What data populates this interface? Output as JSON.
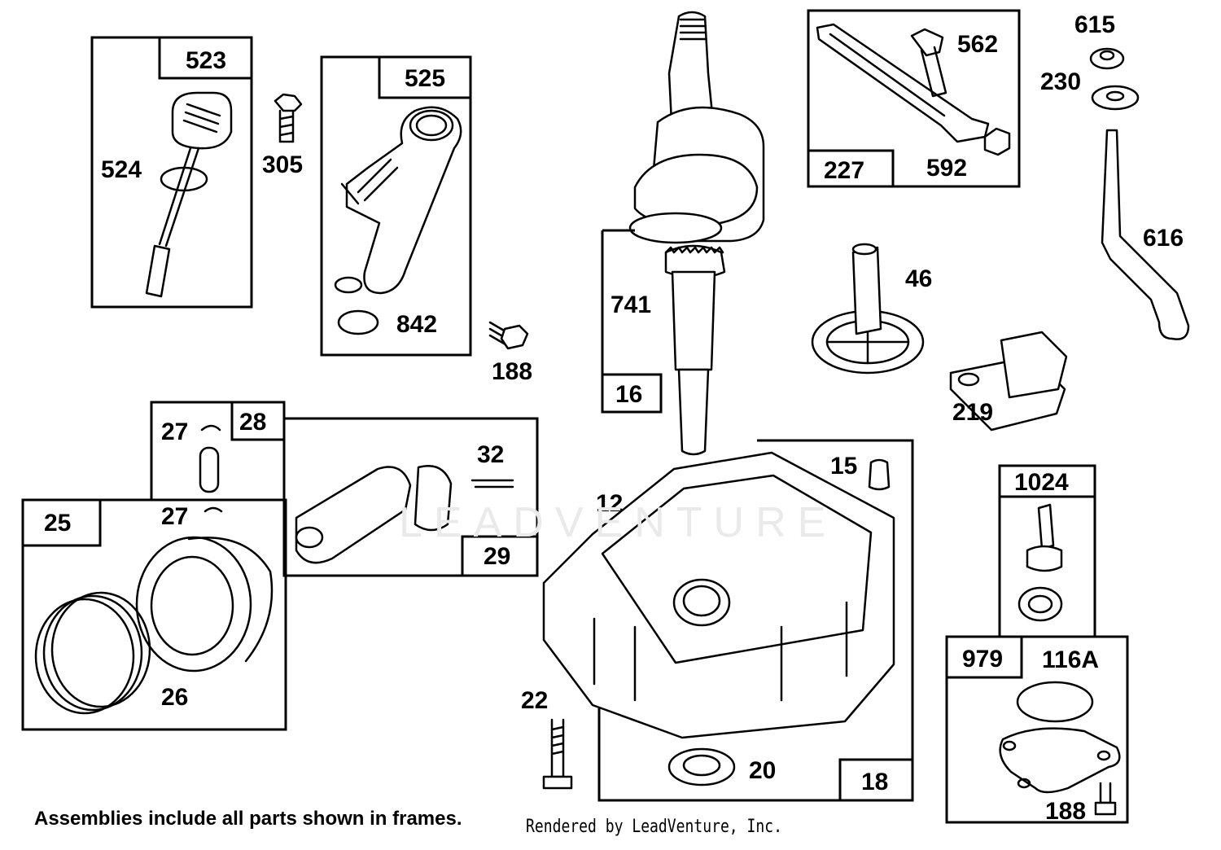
{
  "watermark": "LEADVENTURE",
  "footer_note": "Assemblies include all parts shown in frames.",
  "rendered_by": "Rendered by LeadVenture, Inc.",
  "parts": {
    "p523": "523",
    "p524": "524",
    "p305": "305",
    "p525": "525",
    "p842": "842",
    "p188a": "188",
    "p741": "741",
    "p16": "16",
    "p227": "227",
    "p562": "562",
    "p592": "592",
    "p615": "615",
    "p230": "230",
    "p616": "616",
    "p46": "46",
    "p219": "219",
    "p28": "28",
    "p27a": "27",
    "p27b": "27",
    "p32": "32",
    "p29": "29",
    "p25": "25",
    "p26": "26",
    "p12": "12",
    "p15": "15",
    "p18": "18",
    "p22": "22",
    "p20": "20",
    "p1024": "1024",
    "p979": "979",
    "p116A": "116A",
    "p188b": "188"
  }
}
